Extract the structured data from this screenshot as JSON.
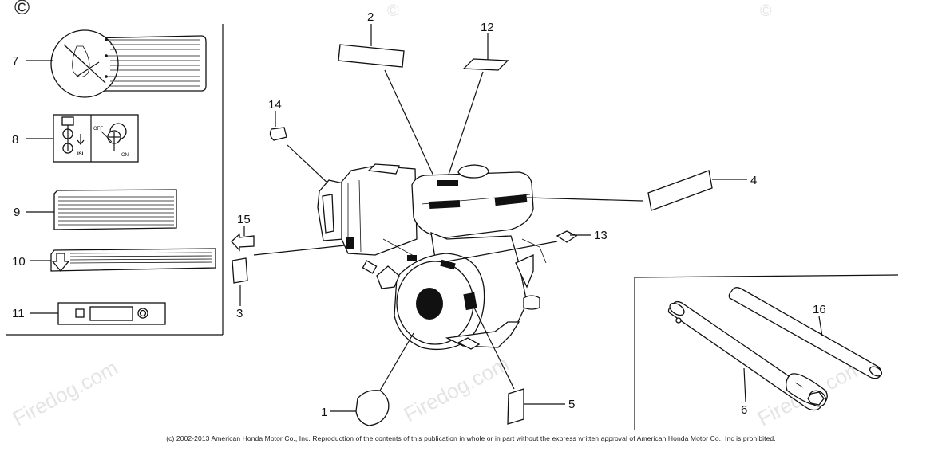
{
  "watermark": {
    "symbol": "©",
    "brand": "Firedog.com"
  },
  "callouts": [
    "1",
    "2",
    "3",
    "4",
    "5",
    "6",
    "7",
    "8",
    "9",
    "10",
    "11",
    "12",
    "13",
    "14",
    "15",
    "16"
  ],
  "label_8": {
    "off": "OFF",
    "on": "ON"
  },
  "copyright": "(c) 2002-2013 American Honda Motor Co., Inc. Reproduction of the contents of this publication in whole or in part without the express written approval of American Honda Motor Co., Inc is prohibited."
}
